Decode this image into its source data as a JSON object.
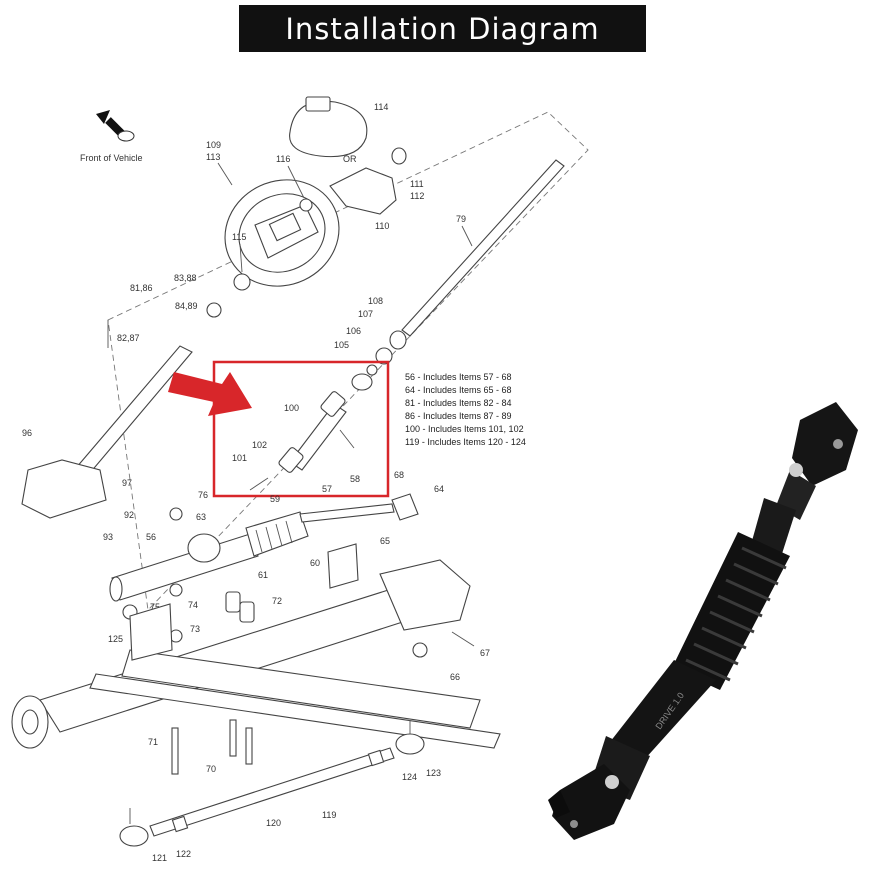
{
  "title": "Installation Diagram",
  "front_of_vehicle": "Front of Vehicle",
  "or_label": "OR",
  "part_labels": {
    "p114": "114",
    "p109": "109",
    "p113": "113",
    "p116": "116",
    "p111": "111",
    "p112": "112",
    "p110": "110",
    "p79": "79",
    "p115": "115",
    "p83_88": "83,88",
    "p81_86": "81,86",
    "p84_89": "84,89",
    "p82_87": "82,87",
    "p108": "108",
    "p107": "107",
    "p106": "106",
    "p105": "105",
    "p100": "100",
    "p102": "102",
    "p101": "101",
    "p96": "96",
    "p97": "97",
    "p92": "92",
    "p93": "93",
    "p76": "76",
    "p59": "59",
    "p57": "57",
    "p58": "58",
    "p68": "68",
    "p64": "64",
    "p65": "65",
    "p63": "63",
    "p56": "56",
    "p61": "61",
    "p60": "60",
    "p75": "75",
    "p74": "74",
    "p72": "72",
    "p125": "125",
    "p73": "73",
    "p66": "66",
    "p67": "67",
    "p71": "71",
    "p70": "70",
    "p124": "124",
    "p123": "123",
    "p120": "120",
    "p119": "119",
    "p121": "121",
    "p122": "122"
  },
  "notes": [
    "56 - Includes Items 57 - 68",
    "64 - Includes Items 65 - 68",
    "81 - Includes Items 82 - 84",
    "86 - Includes Items 87 - 89",
    "100 - Includes Items 101, 102",
    "119 - Includes Items 120 - 124"
  ],
  "product_shaft_text": "DRIVE 1.0",
  "colors": {
    "highlight": "#d8262a",
    "title_bg": "#111111",
    "title_fg": "#ffffff"
  }
}
